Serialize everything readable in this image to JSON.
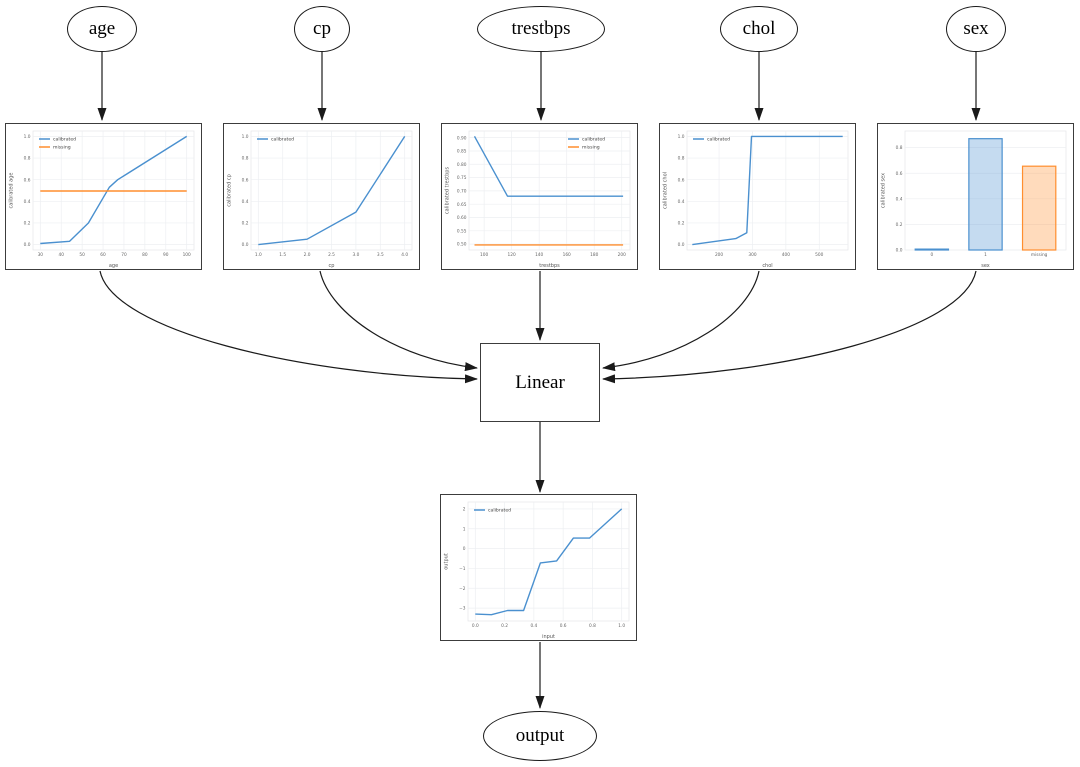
{
  "nodes": {
    "age": "age",
    "cp": "cp",
    "trestbps": "trestbps",
    "chol": "chol",
    "sex": "sex",
    "linear": "Linear",
    "output": "output"
  },
  "colors": {
    "calibrated": "#4a90cf",
    "missing": "#ff8e2e",
    "calibrated_fill": "rgba(74,144,207,0.32)",
    "missing_fill": "rgba(255,142,46,0.32)",
    "grid": "#edeff2",
    "tick_text": "#666666",
    "axis_text": "#555555",
    "edge": "#1a1a1a"
  },
  "chart_data": [
    {
      "name": "age calibration",
      "type": "line",
      "xlabel": "age",
      "ylabel": "calibrated age",
      "xdomain": [
        26.5,
        103.5
      ],
      "ydomain": [
        -0.05,
        1.05
      ],
      "xticks": [
        30,
        40,
        50,
        60,
        70,
        80,
        90,
        100
      ],
      "xtick_labels": [
        "30",
        "40",
        "50",
        "60",
        "70",
        "80",
        "90",
        "100"
      ],
      "yticks": [
        0.0,
        0.2,
        0.4,
        0.6,
        0.8,
        1.0
      ],
      "ytick_labels": [
        "0.0",
        "0.2",
        "0.4",
        "0.6",
        "0.8",
        "1.0"
      ],
      "legend": {
        "pos": "tl",
        "items": [
          {
            "label": "calibrated",
            "color": "calibrated"
          },
          {
            "label": "missing",
            "color": "missing"
          }
        ]
      },
      "series": [
        {
          "name": "calibrated",
          "color": "calibrated",
          "points": [
            [
              30,
              0.01
            ],
            [
              44,
              0.03
            ],
            [
              53,
              0.2
            ],
            [
              63,
              0.53
            ],
            [
              67,
              0.6
            ],
            [
              100,
              1.0
            ]
          ]
        },
        {
          "name": "missing",
          "color": "missing",
          "points": [
            [
              30,
              0.495
            ],
            [
              100,
              0.495
            ]
          ]
        }
      ]
    },
    {
      "name": "cp calibration",
      "type": "line",
      "xlabel": "cp",
      "ylabel": "calibrated cp",
      "xdomain": [
        0.85,
        4.15
      ],
      "ydomain": [
        -0.05,
        1.05
      ],
      "xticks": [
        1.0,
        1.5,
        2.0,
        2.5,
        3.0,
        3.5,
        4.0
      ],
      "xtick_labels": [
        "1.0",
        "1.5",
        "2.0",
        "2.5",
        "3.0",
        "3.5",
        "4.0"
      ],
      "yticks": [
        0.0,
        0.2,
        0.4,
        0.6,
        0.8,
        1.0
      ],
      "ytick_labels": [
        "0.0",
        "0.2",
        "0.4",
        "0.6",
        "0.8",
        "1.0"
      ],
      "legend": {
        "pos": "tl",
        "items": [
          {
            "label": "calibrated",
            "color": "calibrated"
          }
        ]
      },
      "series": [
        {
          "name": "calibrated",
          "color": "calibrated",
          "points": [
            [
              1.0,
              0.0
            ],
            [
              2.0,
              0.05
            ],
            [
              3.0,
              0.3
            ],
            [
              4.0,
              1.0
            ]
          ]
        }
      ]
    },
    {
      "name": "trestbps calibration",
      "type": "line",
      "xlabel": "trestbps",
      "ylabel": "calibrated trestbps",
      "xdomain": [
        89,
        206
      ],
      "ydomain": [
        0.478,
        0.925
      ],
      "xticks": [
        100,
        120,
        140,
        160,
        180,
        200
      ],
      "xtick_labels": [
        "100",
        "120",
        "140",
        "160",
        "180",
        "200"
      ],
      "yticks": [
        0.5,
        0.55,
        0.6,
        0.65,
        0.7,
        0.75,
        0.8,
        0.85,
        0.9
      ],
      "ytick_labels": [
        "0.50",
        "0.55",
        "0.60",
        "0.65",
        "0.70",
        "0.75",
        "0.80",
        "0.85",
        "0.90"
      ],
      "legend": {
        "pos": "tr",
        "items": [
          {
            "label": "calibrated",
            "color": "calibrated"
          },
          {
            "label": "missing",
            "color": "missing"
          }
        ]
      },
      "series": [
        {
          "name": "calibrated",
          "color": "calibrated",
          "points": [
            [
              93,
              0.905
            ],
            [
              117,
              0.68
            ],
            [
              201,
              0.68
            ]
          ]
        },
        {
          "name": "missing",
          "color": "missing",
          "points": [
            [
              93,
              0.497
            ],
            [
              201,
              0.497
            ]
          ]
        }
      ]
    },
    {
      "name": "chol calibration",
      "type": "line",
      "xlabel": "chol",
      "ylabel": "calibrated chol",
      "xdomain": [
        104,
        586
      ],
      "ydomain": [
        -0.05,
        1.05
      ],
      "xticks": [
        200,
        300,
        400,
        500
      ],
      "xtick_labels": [
        "200",
        "300",
        "400",
        "500"
      ],
      "yticks": [
        0.0,
        0.2,
        0.4,
        0.6,
        0.8,
        1.0
      ],
      "ytick_labels": [
        "0.0",
        "0.2",
        "0.4",
        "0.6",
        "0.8",
        "1.0"
      ],
      "legend": {
        "pos": "tl",
        "items": [
          {
            "label": "calibrated",
            "color": "calibrated"
          }
        ]
      },
      "series": [
        {
          "name": "calibrated",
          "color": "calibrated",
          "points": [
            [
              120,
              0.0
            ],
            [
              250,
              0.055
            ],
            [
              283,
              0.11
            ],
            [
              297,
              1.0
            ],
            [
              570,
              1.0
            ]
          ]
        }
      ]
    },
    {
      "name": "sex calibration",
      "type": "bar",
      "xlabel": "sex",
      "ylabel": "calibrated sex",
      "categories": [
        "0",
        "1",
        "missing"
      ],
      "values": [
        0.007,
        0.87,
        0.655
      ],
      "bar_edge_colors": [
        "calibrated",
        "calibrated",
        "missing"
      ],
      "bar_fill_colors": [
        "calibrated_fill",
        "calibrated_fill",
        "missing_fill"
      ],
      "ydomain": [
        0,
        0.93
      ],
      "yticks": [
        0.0,
        0.2,
        0.4,
        0.6,
        0.8
      ],
      "ytick_labels": [
        "0.0",
        "0.2",
        "0.4",
        "0.6",
        "0.8"
      ]
    },
    {
      "name": "output calibration",
      "type": "line",
      "xlabel": "input",
      "ylabel": "output",
      "xdomain": [
        -0.05,
        1.05
      ],
      "ydomain": [
        -3.65,
        2.35
      ],
      "xticks": [
        0.0,
        0.2,
        0.4,
        0.6,
        0.8,
        1.0
      ],
      "xtick_labels": [
        "0.0",
        "0.2",
        "0.4",
        "0.6",
        "0.8",
        "1.0"
      ],
      "yticks": [
        -3,
        -2,
        -1,
        0,
        1,
        2
      ],
      "ytick_labels": [
        "−3",
        "−2",
        "−1",
        "0",
        "1",
        "2"
      ],
      "legend": {
        "pos": "tl",
        "items": [
          {
            "label": "calibrated",
            "color": "calibrated"
          }
        ]
      },
      "series": [
        {
          "name": "calibrated",
          "color": "calibrated",
          "points": [
            [
              0.0,
              -3.3
            ],
            [
              0.11,
              -3.33
            ],
            [
              0.22,
              -3.12
            ],
            [
              0.33,
              -3.12
            ],
            [
              0.445,
              -0.72
            ],
            [
              0.555,
              -0.62
            ],
            [
              0.67,
              0.53
            ],
            [
              0.78,
              0.53
            ],
            [
              1.0,
              2.0
            ]
          ]
        }
      ]
    }
  ]
}
